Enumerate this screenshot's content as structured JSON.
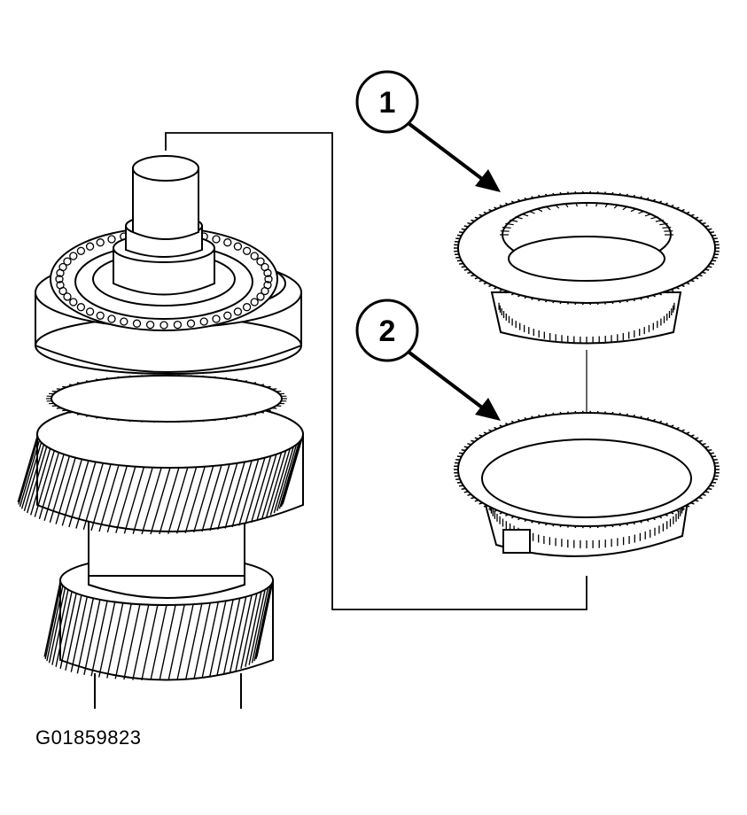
{
  "figure_id": "G01859823",
  "callouts": [
    {
      "number": "1",
      "part": "upper-ring"
    },
    {
      "number": "2",
      "part": "lower-ring"
    }
  ],
  "colors": {
    "ink": "#000000",
    "paper": "#ffffff"
  },
  "icons": [
    "shaft-assembly",
    "synchronizer-ring",
    "bearing-ring",
    "callout-arrow"
  ]
}
